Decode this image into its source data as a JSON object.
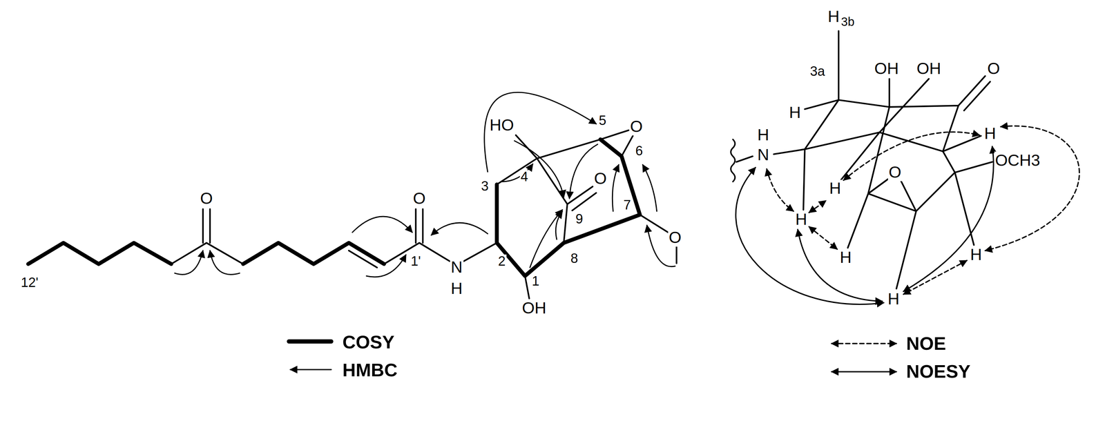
{
  "diagram": {
    "labels": [
      "O",
      "O",
      "12'",
      "1'",
      "N",
      "H",
      "2",
      "1",
      "OH",
      "8",
      "3",
      "4",
      "HO",
      "9",
      "O",
      "5",
      "O",
      "6",
      "7",
      "O",
      "H",
      "3b",
      "3a",
      "H",
      "H",
      "N",
      "OH",
      "OH",
      "O",
      "H",
      "OCH3",
      "H",
      "O",
      "H",
      "H",
      "H",
      "H"
    ],
    "legend": [
      {
        "text": "COSY"
      },
      {
        "text": "HMBC"
      },
      {
        "text": "NOE"
      },
      {
        "text": "NOESY"
      }
    ]
  }
}
